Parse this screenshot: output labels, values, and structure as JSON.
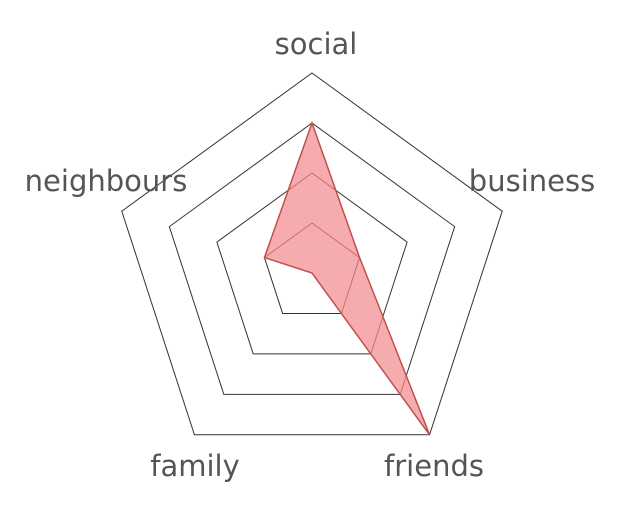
{
  "chart_data": {
    "type": "radar",
    "axes": [
      "social",
      "business",
      "friends",
      "family",
      "neighbours"
    ],
    "series": [
      {
        "values": [
          3,
          1,
          4,
          0,
          1
        ]
      }
    ],
    "range": [
      0,
      4
    ],
    "rings": 4,
    "grid": true,
    "fill_color": "#f5a3a6",
    "line_color": "#c0504d",
    "grid_color": "#333333"
  }
}
